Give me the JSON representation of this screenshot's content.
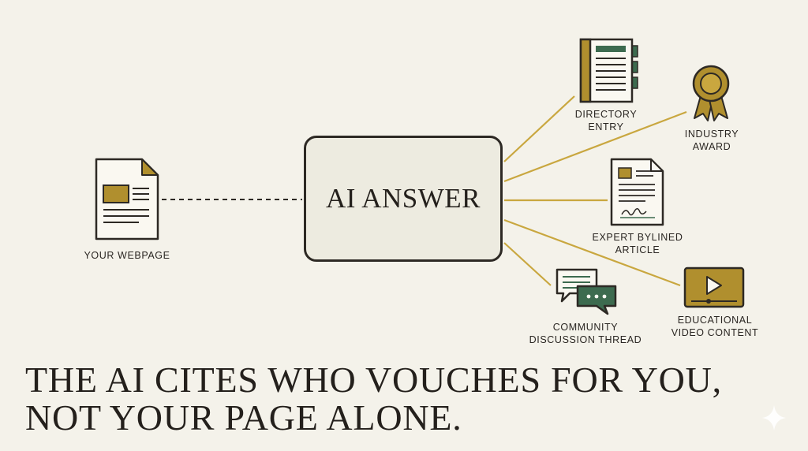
{
  "colors": {
    "background": "#f4f2ea",
    "ink": "#2d2924",
    "gold": "#b08f2e",
    "green": "#3d6b4f",
    "connector": "#c9a73f"
  },
  "center": {
    "label": "AI ANSWER"
  },
  "source": {
    "label": "YOUR WEBPAGE",
    "icon": "webpage-document-icon"
  },
  "nodes": [
    {
      "id": "directory",
      "lines": [
        "DIRECTORY",
        "ENTRY"
      ],
      "icon": "directory-binder-icon"
    },
    {
      "id": "award",
      "lines": [
        "INDUSTRY",
        "AWARD"
      ],
      "icon": "award-ribbon-icon"
    },
    {
      "id": "article",
      "lines": [
        "EXPERT BYLINED",
        "ARTICLE"
      ],
      "icon": "signed-article-icon"
    },
    {
      "id": "video",
      "lines": [
        "EDUCATIONAL",
        "VIDEO CONTENT"
      ],
      "icon": "video-play-icon"
    },
    {
      "id": "community",
      "lines": [
        "COMMUNITY",
        "DISCUSSION THREAD"
      ],
      "icon": "chat-bubbles-icon"
    }
  ],
  "headline": [
    "THE AI CITES WHO VOUCHES FOR YOU,",
    "NOT YOUR PAGE ALONE."
  ]
}
